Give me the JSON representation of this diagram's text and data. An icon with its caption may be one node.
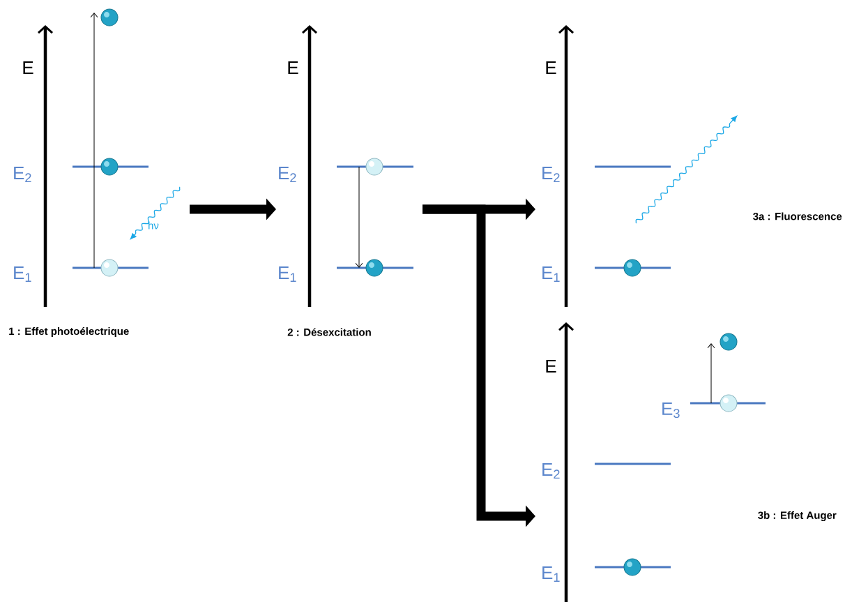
{
  "diagram": {
    "nodes": [
      {
        "text": [
          "E",
          "E$_{2}$",
          "hν",
          "E$_{1}$",
          "1 : Effet photoélectrique"
        ]
      },
      {
        "text": [
          "E",
          "E$_{2}$",
          "E$_{1}$",
          "2 : Désexcitation"
        ]
      },
      {
        "text": [
          "E",
          "E$_{2}$",
          "E$_{1}$",
          "3a : Fluorescence"
        ]
      },
      {
        "text": [
          "E",
          "E$_{3}$",
          "E$_{2}$",
          "E$_{1}$",
          "3b : Effet Auger"
        ]
      }
    ],
    "edges": [
      {
        "from": 0,
        "to": 1,
        "arrow": "to"
      },
      {
        "from": 1,
        "to": 2,
        "arrow": "to"
      },
      {
        "from": 1,
        "to": 3,
        "arrow": "to"
      }
    ]
  }
}
